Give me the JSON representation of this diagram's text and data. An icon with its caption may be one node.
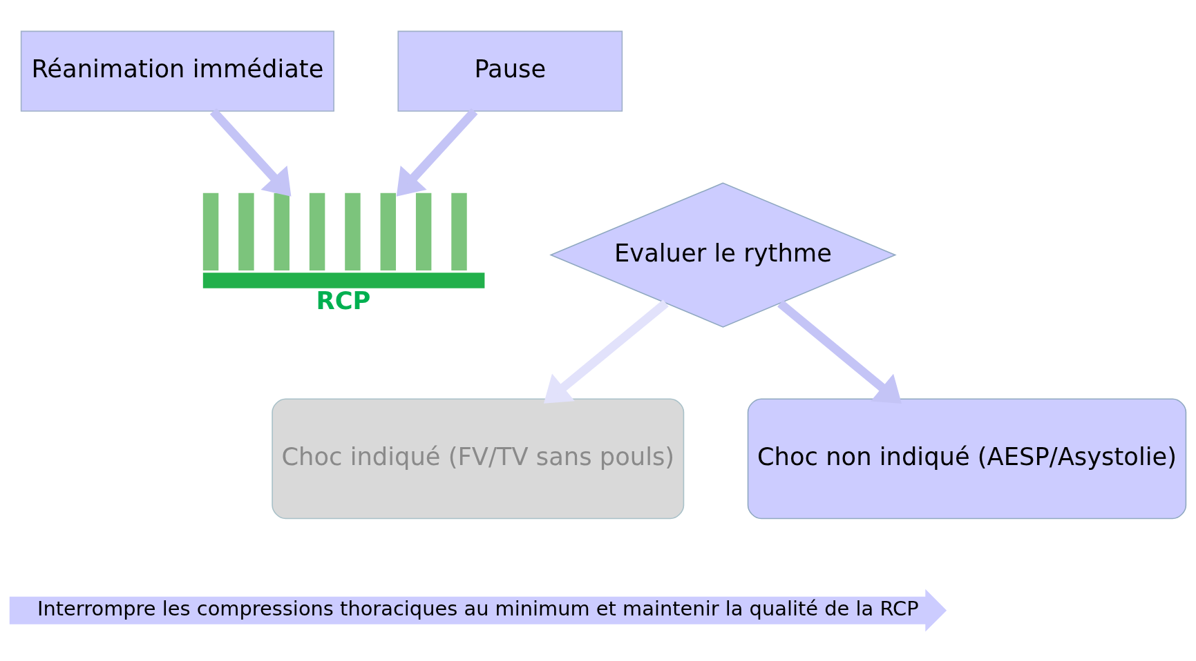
{
  "diagram": {
    "nodes": [
      {
        "text": [
          "Réanimation immédiate"
        ]
      },
      {
        "text": [
          "Pause"
        ]
      },
      {
        "text": [],
        "shape": "picture",
        "beside": [
          "RCP"
        ]
      },
      {
        "text": [
          "Evaluer le rythme"
        ]
      },
      {
        "text": [
          "Choc indiqué (FV/TV sans pouls)"
        ]
      },
      {
        "text": [
          "Choc non indiqué (AESP/Asystolie)"
        ]
      },
      {
        "text": [
          "Interrompre les compressions thoraciques au minimum et maintenir la qualité de la RCP"
        ]
      }
    ],
    "edges": [
      {
        "from": 0,
        "to": 2,
        "arrow": "to"
      },
      {
        "from": 1,
        "to": 2,
        "arrow": "to"
      },
      {
        "from": 3,
        "to": 4,
        "arrow": "to",
        "color": "#e2e2fb"
      },
      {
        "from": 3,
        "to": 5,
        "arrow": "to"
      }
    ]
  }
}
